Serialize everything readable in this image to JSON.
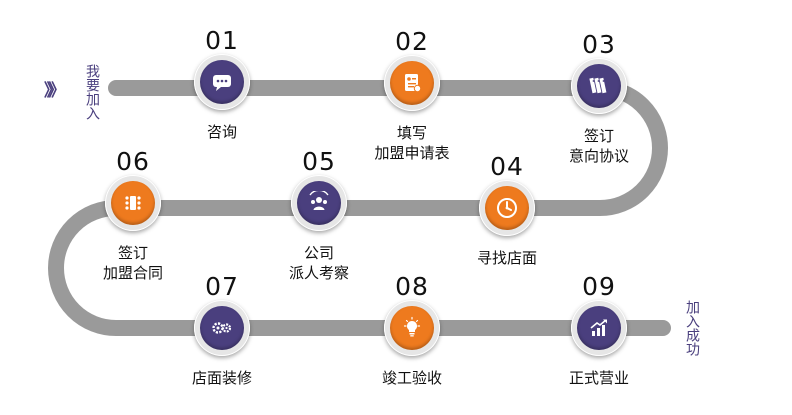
{
  "flow": {
    "start_arrows": "》》",
    "start_label": "我要加入",
    "end_label": "加入成功",
    "colors": {
      "track": "#9a9a9a",
      "purple": "#4a3f7e",
      "orange": "#ee7a1e"
    }
  },
  "steps": [
    {
      "number": "01",
      "line1": "咨询",
      "line2": "",
      "icon": "chat-bubble-icon"
    },
    {
      "number": "02",
      "line1": "填写",
      "line2": "加盟申请表",
      "icon": "application-form-icon"
    },
    {
      "number": "03",
      "line1": "签订",
      "line2": "意向协议",
      "icon": "binders-icon"
    },
    {
      "number": "04",
      "line1": "寻找店面",
      "line2": "",
      "icon": "compass-clock-icon"
    },
    {
      "number": "05",
      "line1": "公司",
      "line2": "派人考察",
      "icon": "people-inspection-icon"
    },
    {
      "number": "06",
      "line1": "签订",
      "line2": "加盟合同",
      "icon": "meeting-table-icon"
    },
    {
      "number": "07",
      "line1": "店面装修",
      "line2": "",
      "icon": "gears-icon"
    },
    {
      "number": "08",
      "line1": "竣工验收",
      "line2": "",
      "icon": "lightbulb-icon"
    },
    {
      "number": "09",
      "line1": "正式营业",
      "line2": "",
      "icon": "growth-chart-icon"
    }
  ]
}
